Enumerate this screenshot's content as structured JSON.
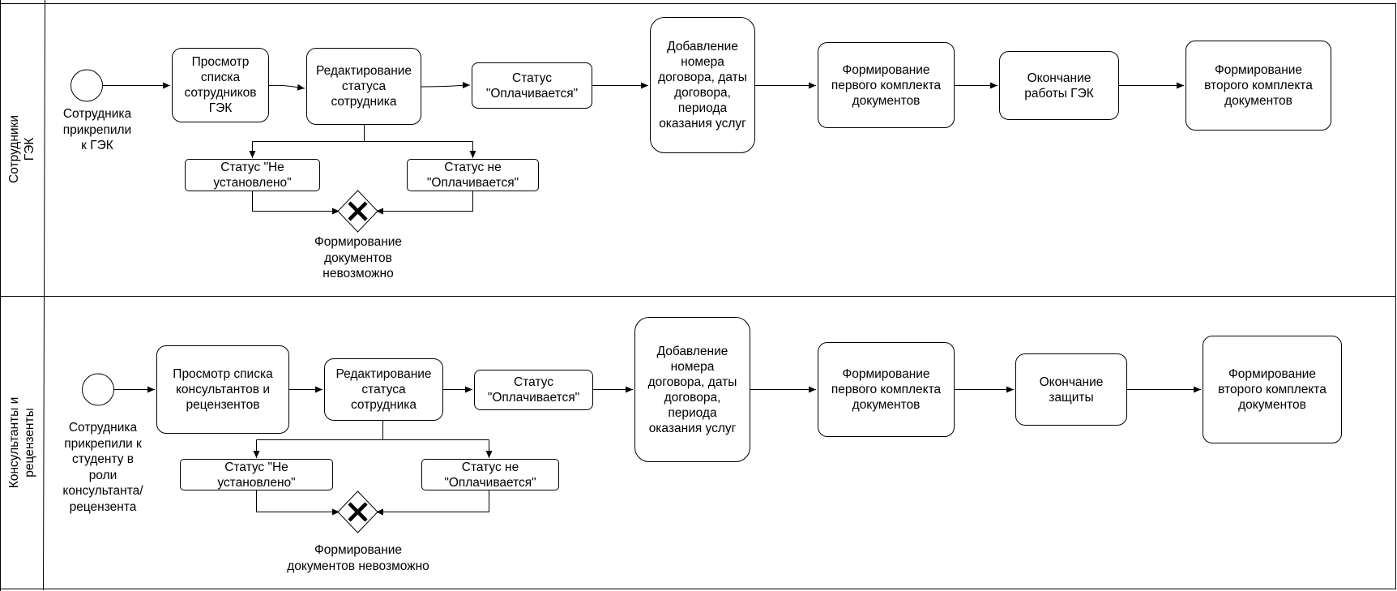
{
  "lanes": [
    {
      "title": "Сотрудники\nГЭК",
      "start_label": "Сотрудника\nприкрепили\nк ГЭК",
      "view_list": "Просмотр\nсписка\nсотрудников\nГЭК",
      "edit_status": "Редактирование\nстатуса\nсотрудника",
      "status_paid": "Статус\n\"Оплачивается\"",
      "add_contract": "Добавление\nномера\nдоговора, даты\nдоговора,\nпериода\nоказания услуг",
      "first_set": "Формирование\nпервого комплекта\nдокументов",
      "finish": "Окончание\nработы ГЭК",
      "second_set": "Формирование\nвторого комплекта\nдокументов",
      "status_not_set": "Статус \"Не\nустановлено\"",
      "status_not_paid": "Статус не\n\"Оплачивается\"",
      "gateway_label": "Формирование\nдокументов\nневозможно"
    },
    {
      "title": "Консультанты и\nрецензенты",
      "start_label": "Сотрудника\nприкрепили к\nстуденту в\nроли\nконсультанта/\nрецензента",
      "view_list": "Просмотр списка\nконсультантов и\nрецензентов",
      "edit_status": "Редактирование\nстатуса\nсотрудника",
      "status_paid": "Статус\n\"Оплачивается\"",
      "add_contract": "Добавление\nномера\nдоговора, даты\nдоговора,\nпериода\nоказания услуг",
      "first_set": "Формирование\nпервого комплекта\nдокументов",
      "finish": "Окончание\nзащиты",
      "second_set": "Формирование\nвторого комплекта\nдокументов",
      "status_not_set": "Статус \"Не\nустановлено\"",
      "status_not_paid": "Статус не\n\"Оплачивается\"",
      "gateway_label": "Формирование\nдокументов невозможно"
    }
  ]
}
